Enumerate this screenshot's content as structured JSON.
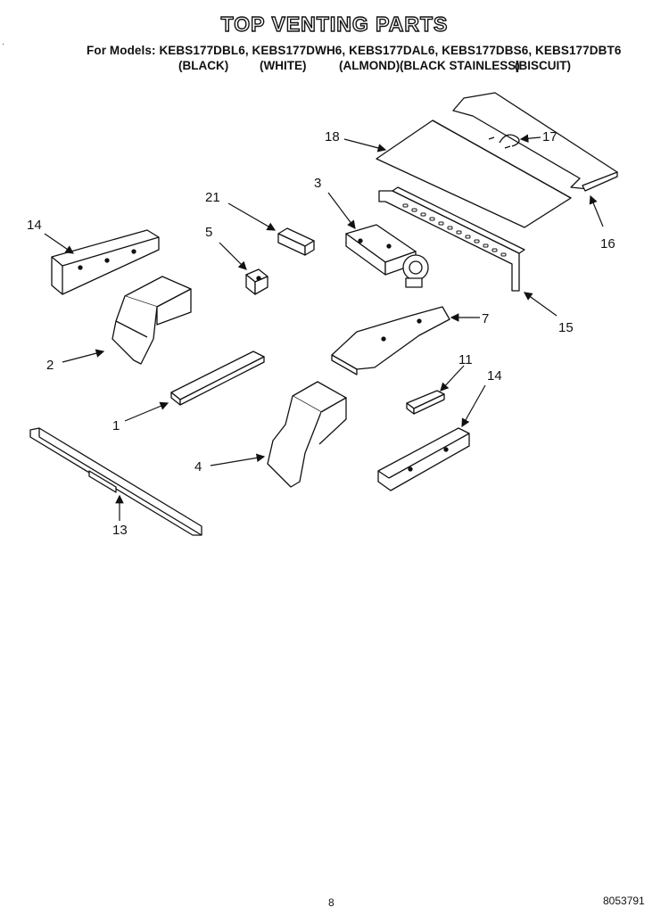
{
  "header": {
    "title": "TOP VENTING PARTS",
    "models_line": "For Models: KEBS177DBL6, KEBS177DWH6, KEBS177DAL6, KEBS177DBS6, KEBS177DBT6",
    "variants": [
      "(BLACK)",
      "(WHITE)",
      "(ALMOND)",
      "(BLACK STAINLESS)",
      "(BISCUIT)"
    ]
  },
  "callouts": [
    "18",
    "17",
    "16",
    "3",
    "21",
    "14",
    "5",
    "15",
    "7",
    "2",
    "11",
    "14",
    "1",
    "4",
    "13"
  ],
  "footer": {
    "page_number": "8",
    "document_number": "8053791"
  }
}
